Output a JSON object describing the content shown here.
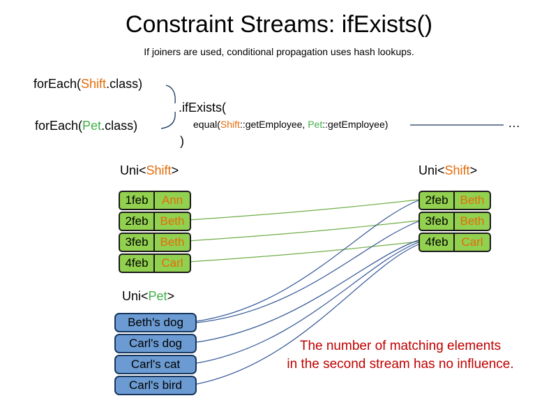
{
  "title": "Constraint Streams: ifExists()",
  "subtitle": "If joiners are used, conditional propagation uses hash lookups.",
  "code": {
    "foreach_shift": {
      "pre": "forEach(",
      "cls": "Shift",
      "post": ".class)"
    },
    "ifexists": ".ifExists(",
    "foreach_pet": {
      "pre": "forEach(",
      "cls": "Pet",
      "post": ".class)"
    },
    "equal": {
      "pre": "equal(",
      "shift": "Shift",
      "mid": "::getEmployee, ",
      "pet": "Pet",
      "post": "::getEmployee)"
    },
    "close_paren": ")",
    "ellipsis": "…"
  },
  "labels": {
    "uni_shift_left": {
      "pre": "Uni<",
      "type": "Shift",
      "post": ">"
    },
    "uni_shift_right": {
      "pre": "Uni<",
      "type": "Shift",
      "post": ">"
    },
    "uni_pet": {
      "pre": "Uni<",
      "type": "Pet",
      "post": ">"
    }
  },
  "left_shift_table": {
    "rows": [
      {
        "date": "1feb",
        "name": "Ann"
      },
      {
        "date": "2feb",
        "name": "Beth"
      },
      {
        "date": "3feb",
        "name": "Beth"
      },
      {
        "date": "4feb",
        "name": "Carl"
      }
    ]
  },
  "right_shift_table": {
    "rows": [
      {
        "date": "2feb",
        "name": "Beth"
      },
      {
        "date": "3feb",
        "name": "Beth"
      },
      {
        "date": "4feb",
        "name": "Carl"
      }
    ]
  },
  "pet_list": {
    "items": [
      "Beth's dog",
      "Carl's dog",
      "Carl's cat",
      "Carl's bird"
    ]
  },
  "note": {
    "line1": "The number of matching elements",
    "line2": "in the second stream has no influence."
  },
  "colors": {
    "shift_text": "#e36c0a",
    "pet_text": "#3faf46",
    "note_text": "#c00000",
    "shift_fill": "#92d050",
    "pet_fill": "#6b9bd2",
    "connector_green": "#70ad47",
    "connector_blue": "#2f5496",
    "line_navy": "#17365d"
  }
}
